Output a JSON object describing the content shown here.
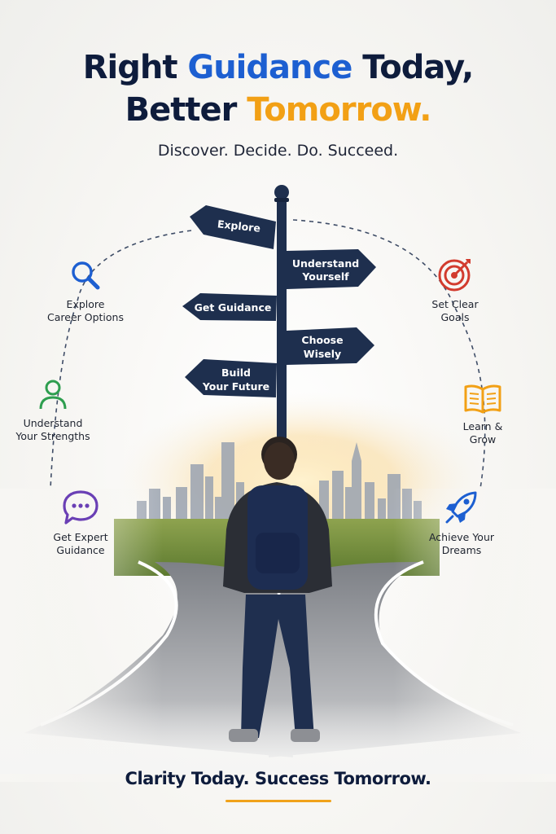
{
  "headline": {
    "line1_part1": "Right ",
    "line1_highlight": "Guidance",
    "line1_part2": " Today,",
    "line2_part1": "Better ",
    "line2_highlight": "Tomorrow."
  },
  "subtitle": "Discover. Decide. Do. Succeed.",
  "colors": {
    "navy": "#0e1c3c",
    "blue_accent": "#1d5fd1",
    "orange_accent": "#f2a015",
    "sign_navy": "#1e2f4e"
  },
  "signpost": {
    "signs": [
      {
        "label": "Explore"
      },
      {
        "line1": "Understand",
        "line2": "Yourself"
      },
      {
        "label": "Get Guidance"
      },
      {
        "line1": "Choose",
        "line2": "Wisely"
      },
      {
        "line1": "Build",
        "line2": "Your Future"
      }
    ]
  },
  "features": {
    "left": [
      {
        "line1": "Explore",
        "line2": "Career Options",
        "icon": "magnifier-icon",
        "color": "#1d5fd1"
      },
      {
        "line1": "Understand",
        "line2": "Your Strengths",
        "icon": "person-icon",
        "color": "#2e9e4f"
      },
      {
        "line1": "Get Expert",
        "line2": "Guidance",
        "icon": "chat-bubble-icon",
        "color": "#6a3fb5"
      }
    ],
    "right": [
      {
        "line1": "Set Clear",
        "line2": "Goals",
        "icon": "target-icon",
        "color": "#d23b2e"
      },
      {
        "line1": "Learn &",
        "line2": "Grow",
        "icon": "open-book-icon",
        "color": "#f2a015"
      },
      {
        "line1": "Achieve Your",
        "line2": "Dreams",
        "icon": "rocket-icon",
        "color": "#1d5fd1"
      }
    ]
  },
  "footer": "Clarity Today. Success Tomorrow."
}
